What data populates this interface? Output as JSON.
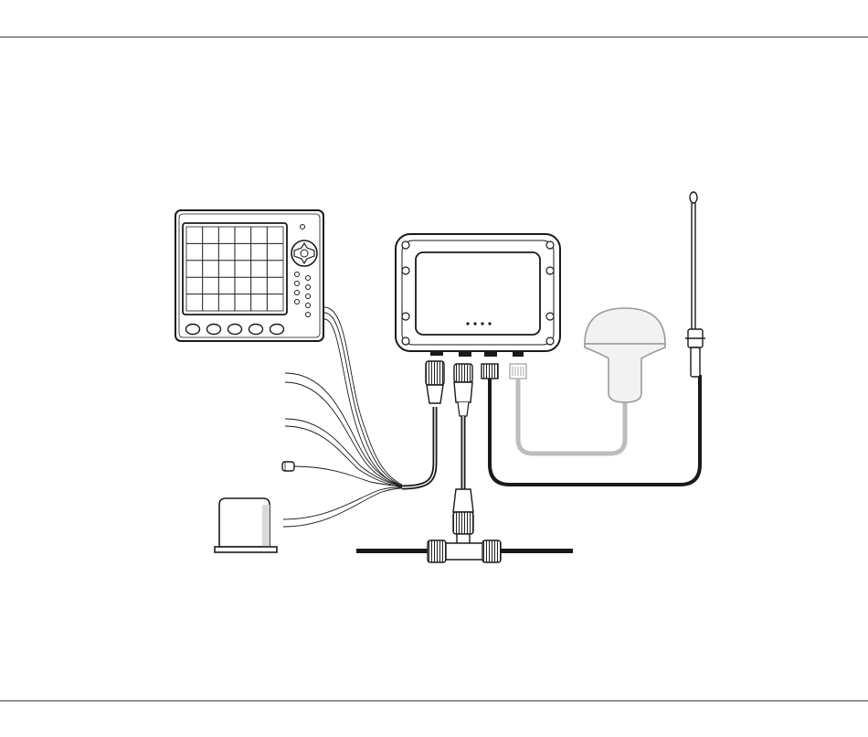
{
  "diagram": {
    "components": [
      {
        "id": "display",
        "icon": "multifunction-display-icon"
      },
      {
        "id": "interface-box",
        "icon": "interface-box-icon",
        "status_leds": 4
      },
      {
        "id": "gps-antenna",
        "icon": "gps-antenna-icon"
      },
      {
        "id": "vhf-antenna",
        "icon": "vhf-antenna-icon"
      },
      {
        "id": "sounder-module",
        "icon": "sensor-box-icon"
      },
      {
        "id": "backbone-tee",
        "icon": "backbone-tee-connector-icon"
      }
    ],
    "colors": {
      "line": "#1a1a1a",
      "light_cable": "#bdbdbd",
      "gps_fill": "#f2f2f2",
      "background": "#ffffff"
    }
  }
}
